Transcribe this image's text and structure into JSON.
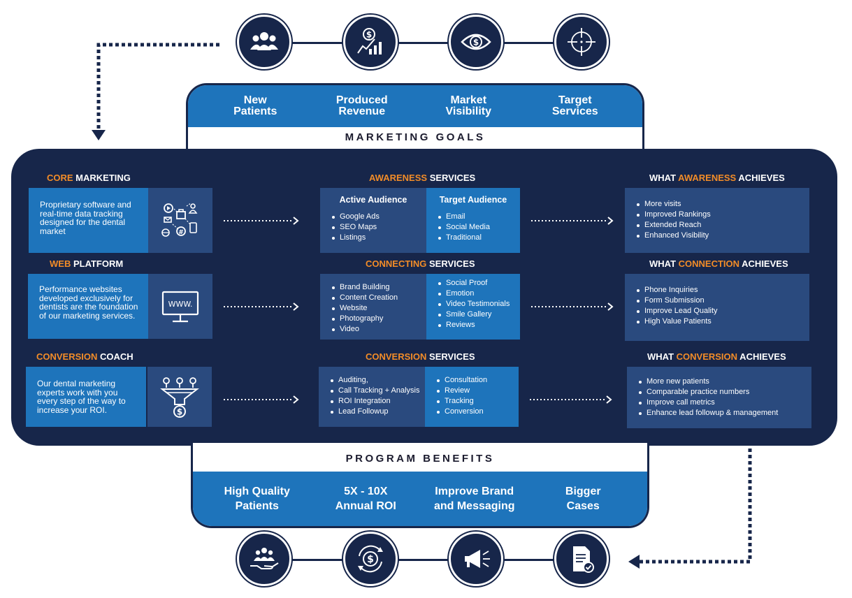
{
  "goals": {
    "label": "MARKETING GOALS",
    "items": [
      {
        "l1": "New",
        "l2": "Patients"
      },
      {
        "l1": "Produced",
        "l2": "Revenue"
      },
      {
        "l1": "Market",
        "l2": "Visibility"
      },
      {
        "l1": "Target",
        "l2": "Services"
      }
    ],
    "icons": [
      "group-people-icon",
      "revenue-chart-icon",
      "visibility-eye-icon",
      "crosshair-target-icon"
    ]
  },
  "rows": [
    {
      "head_hl": "CORE",
      "head": " MARKETING",
      "desc": "Proprietary software and real-time data tracking designed for the dental market",
      "icon": "data-tracking-icon",
      "svc_hl": "AWARENESS",
      "svc": " SERVICES",
      "left_title": "Active Audience",
      "left_items": [
        "Google Ads",
        "SEO Maps",
        "Listings"
      ],
      "right_title": "Target Audience",
      "right_items": [
        "Email",
        "Social Media",
        "Traditional"
      ],
      "ach_pre": "WHAT ",
      "ach_hl": "AWARENESS",
      "ach_post": " ACHIEVES",
      "ach_items": [
        "More visits",
        "Improved Rankings",
        "Extended Reach",
        "Enhanced Visibility"
      ]
    },
    {
      "head_hl": "WEB",
      "head": " PLATFORM",
      "desc": "Performance websites developed exclusively for dentists are the foundation of our marketing services.",
      "icon": "www-monitor-icon",
      "icon_text": "WWW.",
      "svc_hl": "CONNECTING",
      "svc": " SERVICES",
      "left_title": "",
      "left_items": [
        "Brand Building",
        "Content Creation",
        "Website",
        "Photography",
        "Video"
      ],
      "right_title": "",
      "right_items": [
        "Social Proof",
        "Emotion",
        "Video Testimonials",
        "Smile Gallery",
        "Reviews"
      ],
      "ach_pre": "WHAT ",
      "ach_hl": "CONNECTION",
      "ach_post": " ACHIEVES",
      "ach_items": [
        "Phone Inquiries",
        "Form Submission",
        "Improve Lead Quality",
        "High Value Patients"
      ]
    },
    {
      "head_hl": "CONVERSION",
      "head": " COACH",
      "desc": "Our dental marketing experts work with you every step of the way to increase your ROI.",
      "icon": "funnel-dollar-icon",
      "svc_hl": "CONVERSION",
      "svc": " SERVICES",
      "left_title": "",
      "left_items": [
        "Auditing,",
        "Call Tracking + Analysis",
        "ROI Integration",
        "Lead Followup"
      ],
      "right_title": "",
      "right_items": [
        "Consultation",
        "Review",
        "Tracking",
        "Conversion"
      ],
      "ach_pre": "WHAT ",
      "ach_hl": "CONVERSION",
      "ach_post": " ACHIEVES",
      "ach_items": [
        "More new patients",
        "Comparable practice numbers",
        "Improve call metrics",
        "Enhance lead followup & management"
      ]
    }
  ],
  "benefits": {
    "label": "PROGRAM BENEFITS",
    "items": [
      {
        "l1": "High Quality",
        "l2": "Patients"
      },
      {
        "l1": "5X - 10X",
        "l2": "Annual ROI"
      },
      {
        "l1": "Improve Brand",
        "l2": "and Messaging"
      },
      {
        "l1": "Bigger",
        "l2": "Cases"
      }
    ],
    "icons": [
      "hand-people-icon",
      "dollar-cycle-icon",
      "megaphone-icon",
      "document-check-icon"
    ]
  },
  "colors": {
    "navy": "#17264a",
    "blue": "#1e74bb",
    "mid": "#2a4a7e",
    "orange": "#f28c28"
  }
}
